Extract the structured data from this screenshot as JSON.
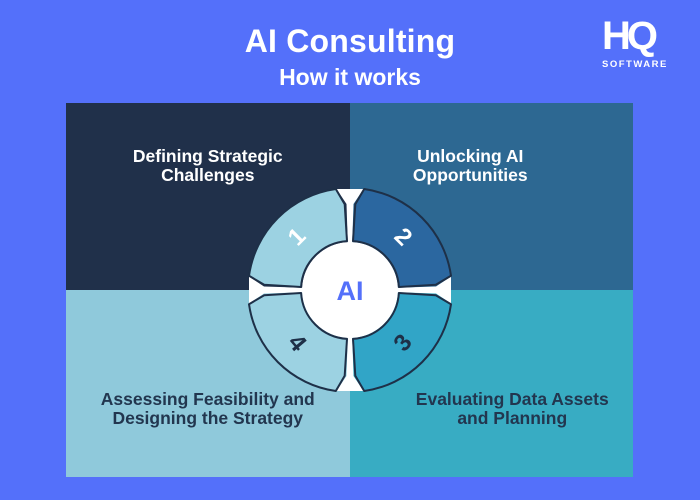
{
  "header": {
    "title": "AI Consulting",
    "subtitle": "How it works"
  },
  "logo": {
    "brand": "HQ",
    "word": "SOFTWARE"
  },
  "quadrants": [
    {
      "number": "1",
      "label": "Defining Strategic\nChallenges"
    },
    {
      "number": "2",
      "label": "Unlocking AI\nOpportunities"
    },
    {
      "number": "3",
      "label": "Evaluating Data Assets\nand Planning"
    },
    {
      "number": "4",
      "label": "Assessing Feasibility and\nDesigning the Strategy"
    }
  ],
  "spinner": {
    "center_label": "AI"
  },
  "colors": {
    "canvas": "#5470FA",
    "navy": "#20304A",
    "steel": "#2D6892",
    "sky": "#8FC9DB",
    "teal": "#38ACC3",
    "seg-sky": "#9CD2E2",
    "seg-blue": "#2B67A0",
    "seg-teal": "#31A5C7",
    "ink": "#22364F",
    "stroke": "#1E3048",
    "accent": "#5470FA"
  }
}
